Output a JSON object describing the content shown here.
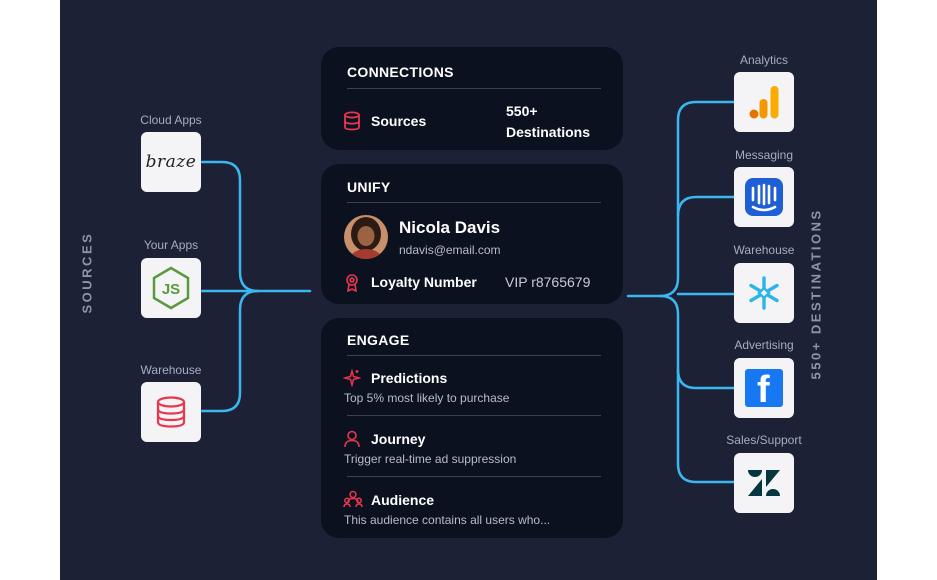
{
  "sources_label": "SOURCES",
  "destinations_label": "550+ DESTINATIONS",
  "sources": [
    {
      "label": "Cloud Apps",
      "icon": "braze-logo",
      "logo_text": "braze"
    },
    {
      "label": "Your Apps",
      "icon": "nodejs-logo",
      "logo_text": "JS"
    },
    {
      "label": "Warehouse",
      "icon": "database-icon"
    }
  ],
  "destinations": [
    {
      "label": "Analytics",
      "icon": "google-analytics-logo"
    },
    {
      "label": "Messaging",
      "icon": "intercom-logo"
    },
    {
      "label": "Warehouse",
      "icon": "snowflake-logo"
    },
    {
      "label": "Advertising",
      "icon": "facebook-logo",
      "logo_text": "f"
    },
    {
      "label": "Sales/Support",
      "icon": "zendesk-logo"
    }
  ],
  "connections": {
    "title": "CONNECTIONS",
    "sources_label": "Sources",
    "destinations_line1": "550+",
    "destinations_line2": "Destinations"
  },
  "unify": {
    "title": "UNIFY",
    "name": "Nicola Davis",
    "email": "ndavis@email.com",
    "loyalty_label": "Loyalty Number",
    "loyalty_value": "VIP r8765679"
  },
  "engage": {
    "title": "ENGAGE",
    "items": [
      {
        "title": "Predictions",
        "desc": "Top 5% most likely to purchase",
        "icon": "sparkle-icon"
      },
      {
        "title": "Journey",
        "desc": "Trigger real-time ad suppression",
        "icon": "user-icon"
      },
      {
        "title": "Audience",
        "desc": "This audience contains all users who...",
        "icon": "group-icon"
      }
    ]
  },
  "colors": {
    "background": "#1c2136",
    "card": "#0c1120",
    "wire": "#3ab6f0",
    "accent_red": "#e8364f"
  }
}
